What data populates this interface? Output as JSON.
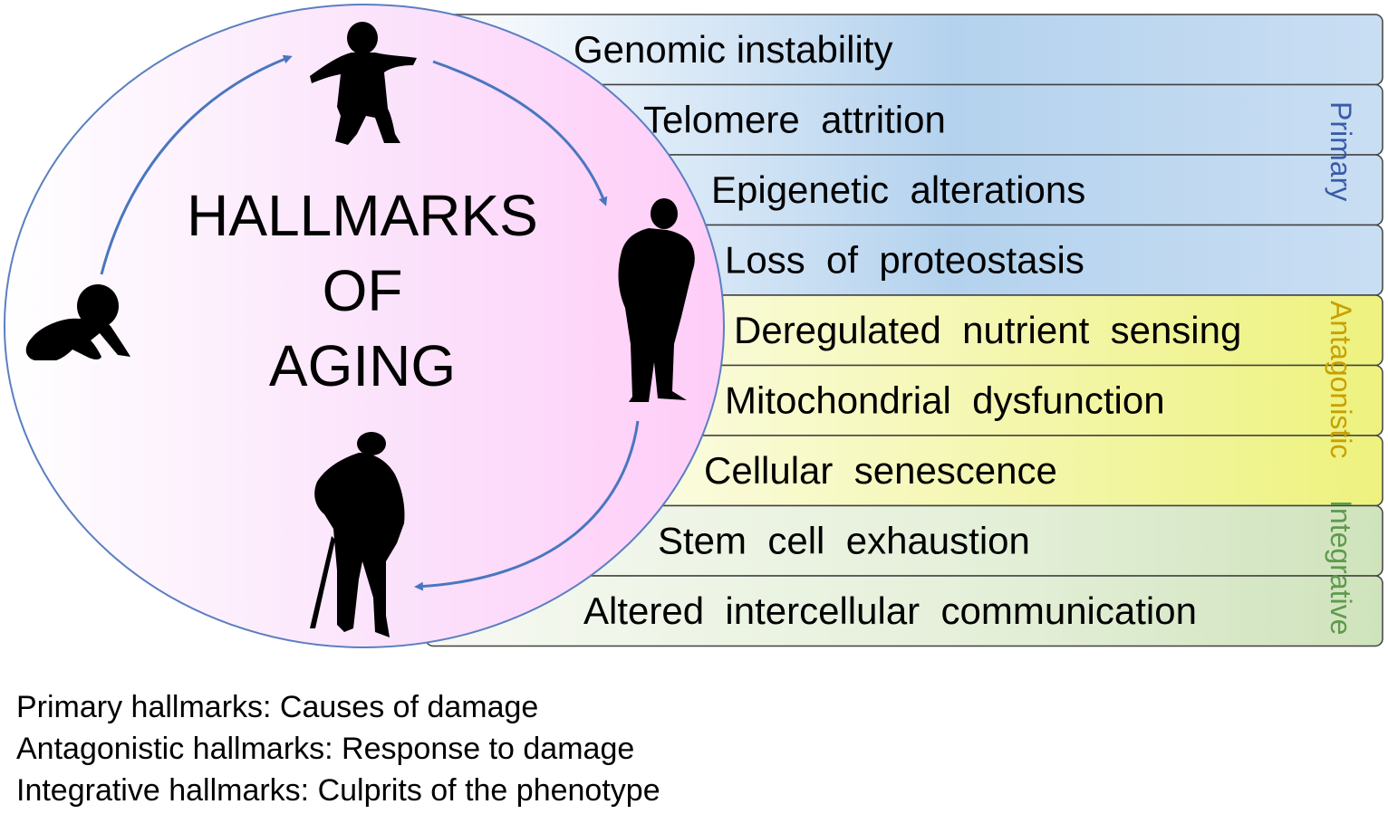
{
  "title_lines": [
    "HALLMARKS",
    "OF",
    "AGING"
  ],
  "hallmarks": [
    {
      "label": "Genomic instability",
      "group": "primary"
    },
    {
      "label": "Telomere  attrition",
      "group": "primary"
    },
    {
      "label": "Epigenetic  alterations",
      "group": "primary"
    },
    {
      "label": "Loss  of  proteostasis",
      "group": "primary"
    },
    {
      "label": "Deregulated  nutrient  sensing",
      "group": "antagonistic"
    },
    {
      "label": "Mitochondrial  dysfunction",
      "group": "antagonistic"
    },
    {
      "label": "Cellular  senescence",
      "group": "antagonistic"
    },
    {
      "label": "Stem  cell  exhaustion",
      "group": "integrative"
    },
    {
      "label": "Altered  intercellular  communication",
      "group": "integrative"
    }
  ],
  "groups": {
    "primary": {
      "label": "Primary",
      "color": "#3a5ba9",
      "fill": "#b4d2ee"
    },
    "antagonistic": {
      "label": "Antagonistic",
      "color": "#c8a000",
      "fill": "#eef28e"
    },
    "integrative": {
      "label": "Integrative",
      "color": "#5f9a4d",
      "fill": "#d6e8c4"
    }
  },
  "life_stages": [
    "baby-icon",
    "child-icon",
    "adult-icon",
    "elderly-icon"
  ],
  "colors": {
    "circle_pink": "#ffd6fa",
    "arrow": "#4a76c0",
    "outline": "#404040"
  },
  "legend": [
    "Primary hallmarks: Causes of damage",
    "Antagonistic hallmarks: Response to damage",
    "Integrative hallmarks: Culprits of the phenotype"
  ]
}
